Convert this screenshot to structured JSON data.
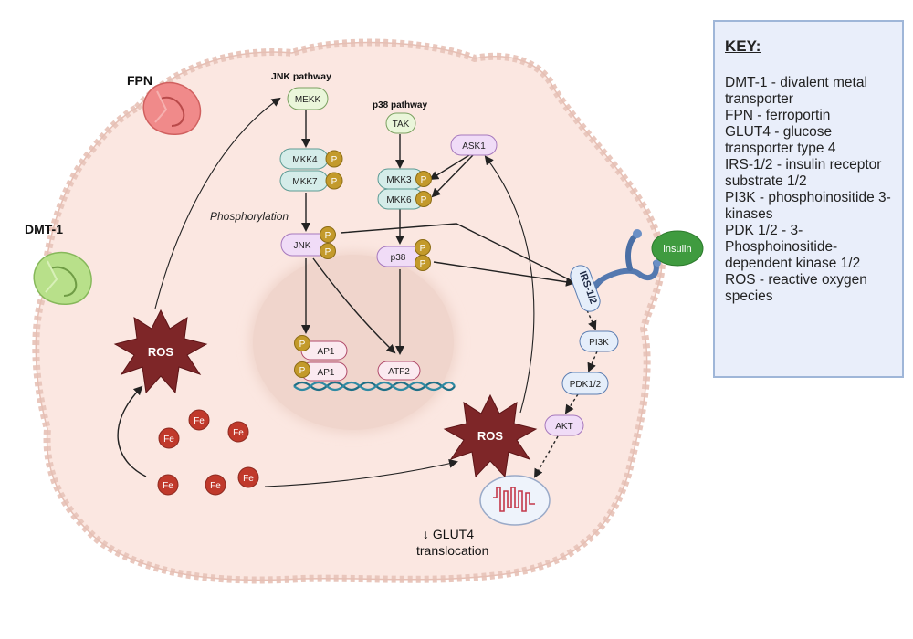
{
  "labels": {
    "fpn": "FPN",
    "dmt1": "DMT-1",
    "jnk_pathway": "JNK pathway",
    "p38_pathway": "p38 pathway",
    "phosphorylation": "Phosphorylation",
    "glut4_translocation_line1": "↓ GLUT4",
    "glut4_translocation_line2": "translocation"
  },
  "nodes": {
    "mekk": "MEKK",
    "mkk4": "MKK4",
    "mkk7": "MKK7",
    "jnk": "JNK",
    "tak": "TAK",
    "ask1": "ASK1",
    "mkk3": "MKK3",
    "mkk6": "MKK6",
    "p38": "p38",
    "ap1_top": "AP1",
    "ap1_bottom": "AP1",
    "atf2": "ATF2",
    "irs": "IRS-1/2",
    "pi3k": "PI3K",
    "pdk": "PDK1/2",
    "akt": "AKT",
    "insulin": "insulin",
    "ros_left": "ROS",
    "ros_right": "ROS",
    "phospho": "P",
    "fe": "Fe"
  },
  "colors": {
    "cell_fill": "#fbe7e1",
    "cell_edge": "#e9c7bd",
    "nucleus": "#f0d5cc",
    "ros": "#7e2628",
    "fe": "#c0392b",
    "phospho": "#c39a2b",
    "mekk_fill": "#eaf6da",
    "mkk_fill": "#d5ece9",
    "jnk_fill": "#f0dcf7",
    "irs_fill": "#e5eefa",
    "insulin": "#3f9b3f",
    "receptor": "#4a6fa5",
    "fpn": "#f08a8a",
    "dmt1": "#b8e08a",
    "dna": "#1e6f86",
    "key_border": "#9fb6d8"
  },
  "key": {
    "title": "KEY:",
    "items": [
      "DMT-1 - divalent metal transporter",
      "FPN - ferroportin",
      "GLUT4 - glucose transporter type 4",
      "IRS-1/2 - insulin receptor substrate 1/2",
      "PI3K - phosphoinositide 3-kinases",
      "PDK 1/2 - 3-Phosphoinositide-dependent kinase 1/2",
      "ROS - reactive oxygen species"
    ]
  }
}
